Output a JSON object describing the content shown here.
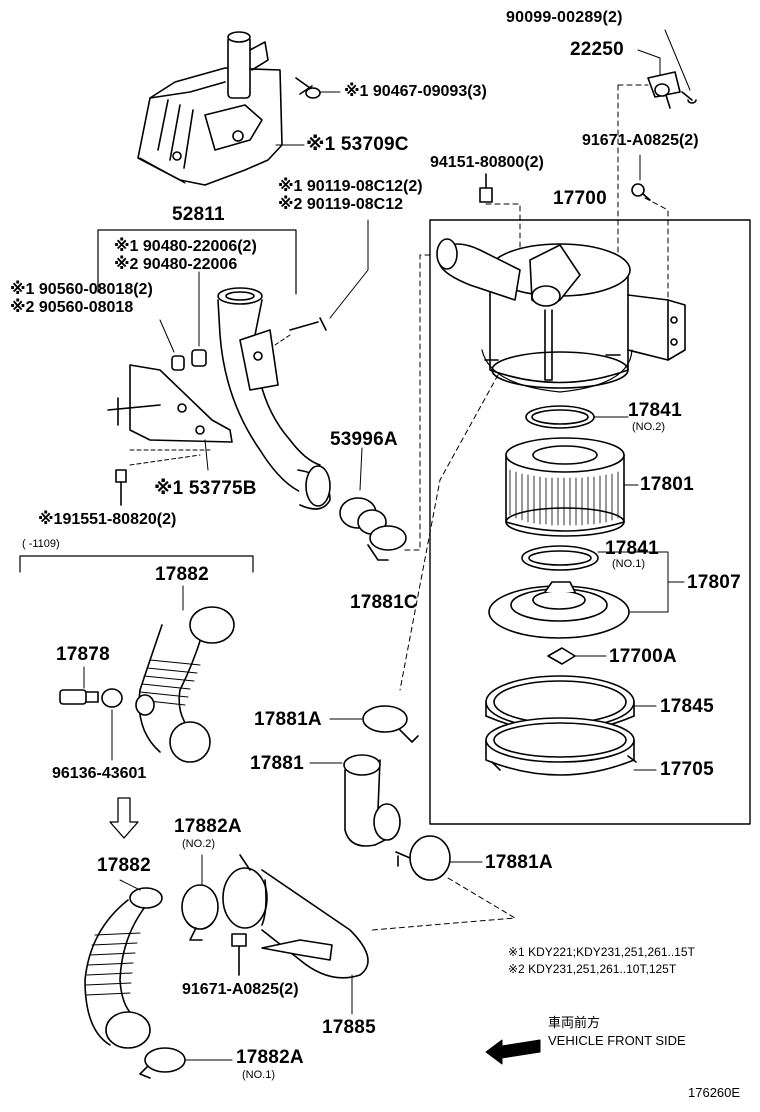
{
  "labels": {
    "p90099": "90099-00289(2)",
    "p22250": "22250",
    "p90467": "※1 90467-09093(3)",
    "p53709c": "※1 53709C",
    "p91671a": "91671-A0825(2)",
    "p94151": "94151-80800(2)",
    "p90119a": "※1 90119-08C12(2)",
    "p90119b": "※2 90119-08C12",
    "p17700": "17700",
    "p52811": "52811",
    "p90480a": "※1 90480-22006(2)",
    "p90480b": "※2 90480-22006",
    "p90560a": "※1 90560-08018(2)",
    "p90560b": "※2 90560-08018",
    "p53996a": "53996A",
    "p17841a": "17841",
    "p17841a_sub": "(NO.2)",
    "p17801": "17801",
    "p53775b": "※1 53775B",
    "p91551": "※191551-80820(2)",
    "p1109": "(     -1109)",
    "p17841b": "17841",
    "p17841b_sub": "(NO.1)",
    "p17807": "17807",
    "p17882a": "17882",
    "p17881c": "17881C",
    "p17878": "17878",
    "p17700a": "17700A",
    "p17845": "17845",
    "p17881a1": "17881A",
    "p96136": "96136-43601",
    "p17881": "17881",
    "p17705": "17705",
    "p17882A": "17882A",
    "p17882A_sub": "(NO.2)",
    "p17882b": "17882",
    "p17881a2": "17881A",
    "p91671b": "91671-A0825(2)",
    "p17885": "17885",
    "p17882A2": "17882A",
    "p17882A2_sub": "(NO.1)",
    "note1": "※1 KDY221;KDY231,251,261..15T",
    "note2": "※2 KDY231,251,261..10T,125T",
    "front_jp": "車両前方",
    "front_en": "VEHICLE FRONT SIDE",
    "fig_id": "176260E"
  }
}
